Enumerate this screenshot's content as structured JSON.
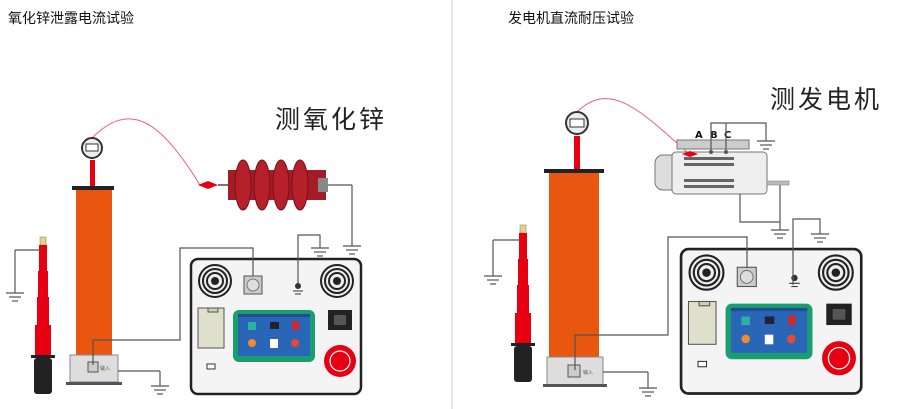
{
  "left": {
    "title": "氧化锌泄露电流试验",
    "label": "测氧化锌",
    "base_label": "输入"
  },
  "right": {
    "title": "发电机直流耐压试验",
    "label": "测发电机",
    "base_label": "输入",
    "phases": [
      "A",
      "B",
      "C"
    ]
  },
  "colors": {
    "column": "#e8560f",
    "stick": "#e60012",
    "screen_border": "#0f9a6a",
    "screen": "#2a66b8",
    "arrester": "#b5202a"
  }
}
